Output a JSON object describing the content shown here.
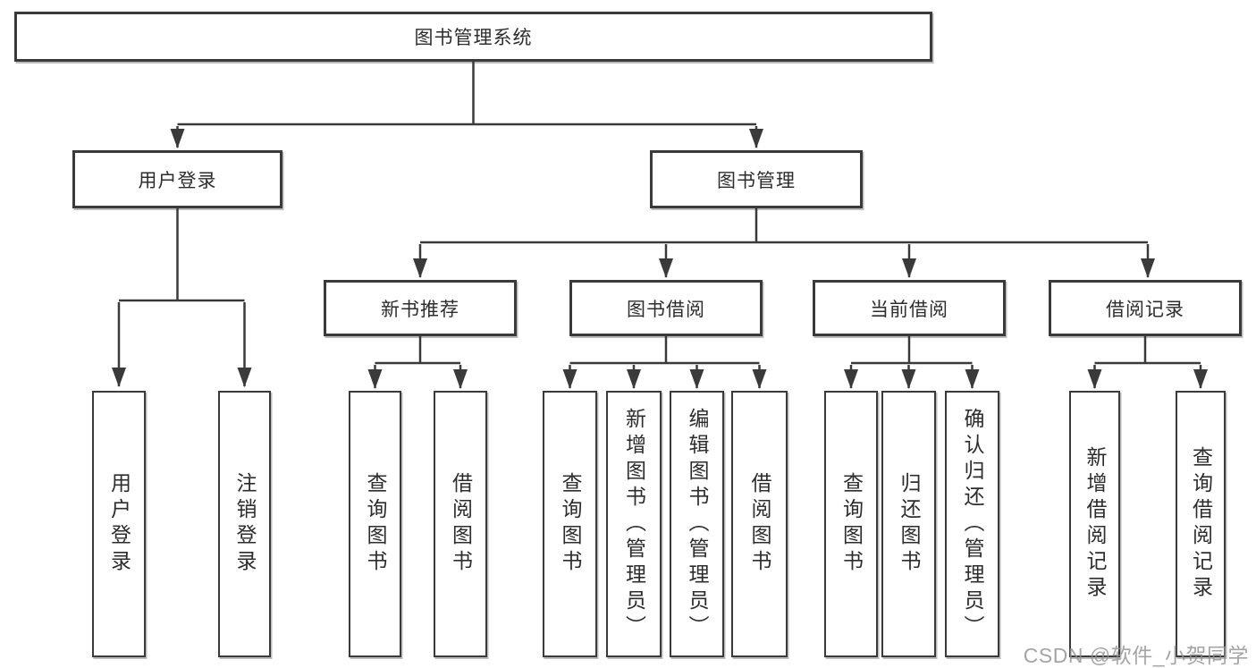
{
  "diagram": {
    "title_node": "图书管理系统",
    "level2": [
      {
        "label": "用户登录"
      },
      {
        "label": "图书管理"
      }
    ],
    "level3": [
      {
        "label": "新书推荐",
        "parent": "图书管理"
      },
      {
        "label": "图书借阅",
        "parent": "图书管理"
      },
      {
        "label": "当前借阅",
        "parent": "图书管理"
      },
      {
        "label": "借阅记录",
        "parent": "图书管理"
      }
    ],
    "leaves": [
      {
        "label": "用户登录",
        "parent": "用户登录"
      },
      {
        "label": "注销登录",
        "parent": "用户登录"
      },
      {
        "label": "查询图书",
        "parent": "新书推荐"
      },
      {
        "label": "借阅图书",
        "parent": "新书推荐"
      },
      {
        "label": "查询图书",
        "parent": "图书借阅"
      },
      {
        "label": "新增图书（管理员）",
        "parent": "图书借阅"
      },
      {
        "label": "编辑图书（管理员）",
        "parent": "图书借阅"
      },
      {
        "label": "借阅图书",
        "parent": "图书借阅"
      },
      {
        "label": "查询图书",
        "parent": "当前借阅"
      },
      {
        "label": "归还图书",
        "parent": "当前借阅"
      },
      {
        "label": "确认归还（管理员）",
        "parent": "当前借阅"
      },
      {
        "label": "新增借阅记录",
        "parent": "借阅记录"
      },
      {
        "label": "查询借阅记录",
        "parent": "借阅记录"
      }
    ],
    "colors": {
      "line": "#3a3a3a",
      "border": "#3a3a3a",
      "text": "#2d2d2d",
      "background": "#ffffff",
      "watermark": "#8e8e8e"
    },
    "watermark": "CSDN @软件_小贺同学"
  }
}
